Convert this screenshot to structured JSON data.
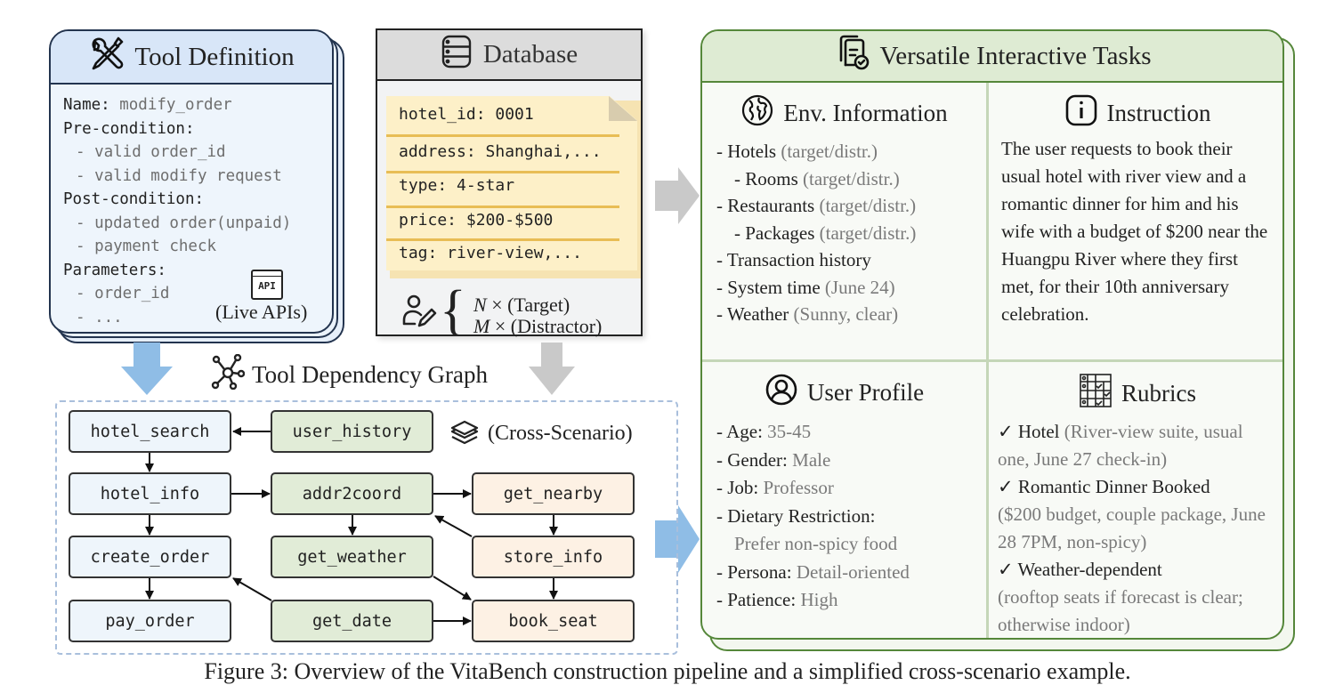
{
  "tool_definition": {
    "title": "Tool Definition",
    "icon": "tools-icon",
    "lines": [
      {
        "label": "Name: ",
        "value": "modify_order"
      },
      {
        "label": "Pre-condition:",
        "value": ""
      },
      {
        "label": "",
        "value": "- valid order_id"
      },
      {
        "label": "",
        "value": "- valid modify request"
      },
      {
        "label": "Post-condition:",
        "value": ""
      },
      {
        "label": "",
        "value": "- updated order(unpaid)"
      },
      {
        "label": "",
        "value": "- payment check"
      },
      {
        "label": "Parameters:",
        "value": ""
      },
      {
        "label": "",
        "value": "- order_id"
      },
      {
        "label": "",
        "value": "- ..."
      }
    ],
    "api_badge": "API",
    "api_label": "(Live APIs)"
  },
  "database": {
    "title": "Database",
    "icon": "database-icon",
    "record": [
      "hotel_id: 0001",
      "address: Shanghai,...",
      "type: 4-star",
      "price: $200-$500",
      "tag: river-view,..."
    ],
    "target_var": "N",
    "target_label": "(Target)",
    "distractor_var": "M",
    "distractor_label": "(Distractor)",
    "times": "×"
  },
  "graph": {
    "title": "Tool Dependency Graph",
    "cross_label": "(Cross-Scenario)",
    "nodes": {
      "hotel_search": "hotel_search",
      "hotel_info": "hotel_info",
      "create_order": "create_order",
      "pay_order": "pay_order",
      "user_history": "user_history",
      "addr2coord": "addr2coord",
      "get_weather": "get_weather",
      "get_date": "get_date",
      "get_nearby": "get_nearby",
      "store_info": "store_info",
      "book_seat": "book_seat"
    },
    "edges": [
      [
        "user_history",
        "hotel_search"
      ],
      [
        "hotel_search",
        "hotel_info"
      ],
      [
        "hotel_info",
        "addr2coord"
      ],
      [
        "hotel_info",
        "create_order"
      ],
      [
        "create_order",
        "pay_order"
      ],
      [
        "addr2coord",
        "get_nearby"
      ],
      [
        "addr2coord",
        "get_weather"
      ],
      [
        "store_info",
        "addr2coord"
      ],
      [
        "get_nearby",
        "store_info"
      ],
      [
        "store_info",
        "book_seat"
      ],
      [
        "get_weather",
        "book_seat"
      ],
      [
        "get_date",
        "create_order"
      ],
      [
        "get_date",
        "book_seat"
      ]
    ]
  },
  "tasks": {
    "title": "Versatile Interactive Tasks",
    "env": {
      "title": "Env. Information",
      "items": [
        {
          "indent": false,
          "text": "- Hotels ",
          "note": "(target/distr.)"
        },
        {
          "indent": true,
          "text": "- Rooms ",
          "note": "(target/distr.)"
        },
        {
          "indent": false,
          "text": "- Restaurants ",
          "note": "(target/distr.)"
        },
        {
          "indent": true,
          "text": "- Packages ",
          "note": "(target/distr.)"
        },
        {
          "indent": false,
          "text": "- Transaction history",
          "note": ""
        },
        {
          "indent": false,
          "text": "- System time ",
          "note": "(June 24)"
        },
        {
          "indent": false,
          "text": "- Weather ",
          "note": "(Sunny, clear)"
        }
      ]
    },
    "instruction": {
      "title": "Instruction",
      "text": "The user requests to book their usual hotel with river view and a romantic dinner for him and his wife with a budget of $200 near the Huangpu River where they first met, for their 10th anniversary celebration."
    },
    "profile": {
      "title": "User Profile",
      "items": [
        {
          "label": "- Age: ",
          "value": "35-45"
        },
        {
          "label": "- Gender: ",
          "value": "Male"
        },
        {
          "label": "- Job: ",
          "value": "Professor"
        },
        {
          "label": "- Dietary Restriction:",
          "value": ""
        },
        {
          "label": "",
          "value": "Prefer non-spicy food"
        },
        {
          "label": "- Persona: ",
          "value": "Detail-oriented"
        },
        {
          "label": "- Patience: ",
          "value": "High"
        }
      ]
    },
    "rubrics": {
      "title": "Rubrics",
      "items": [
        {
          "head": "✓ Hotel ",
          "detail": "(River-view suite, usual one, June 27 check-in)"
        },
        {
          "head": "✓ Romantic Dinner Booked",
          "detail": "($200 budget, couple package, June 28 7PM, non-spicy)"
        },
        {
          "head": "✓ Weather-dependent",
          "detail": "(rooftop seats if forecast is clear; otherwise indoor)"
        }
      ]
    }
  },
  "caption": "Figure 3: Overview of the VitaBench construction pipeline and a simplified cross-scenario example.",
  "colors": {
    "blue_arrow": "#8fbde6",
    "gray_arrow": "#c9c9c9",
    "green_border": "#55873a",
    "navy_border": "#23344f"
  }
}
